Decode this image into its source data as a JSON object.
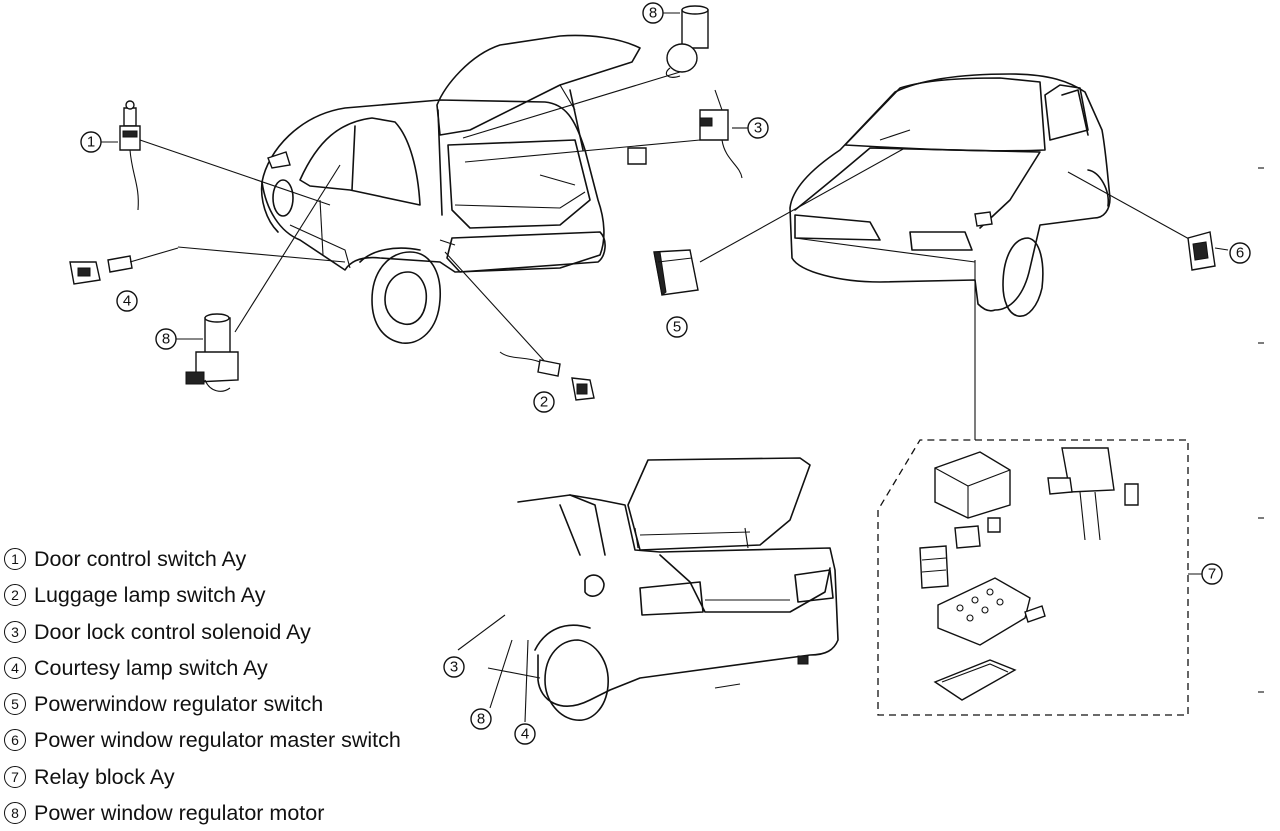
{
  "callouts": {
    "c1": "1",
    "c2": "2",
    "c3_top": "3",
    "c3_bottom": "3",
    "c4_left": "4",
    "c4_bottom": "4",
    "c5": "5",
    "c6": "6",
    "c7": "7",
    "c8_top": "8",
    "c8_left": "8",
    "c8_bottom": "8"
  },
  "legend": [
    {
      "num": "1",
      "text": "Door control switch Ay"
    },
    {
      "num": "2",
      "text": "Luggage lamp switch Ay"
    },
    {
      "num": "3",
      "text": "Door lock control solenoid Ay"
    },
    {
      "num": "4",
      "text": "Courtesy lamp switch Ay"
    },
    {
      "num": "5",
      "text": "Powerwindow regulator switch"
    },
    {
      "num": "6",
      "text": "Power window regulator master switch"
    },
    {
      "num": "7",
      "text": "Relay block Ay"
    },
    {
      "num": "8",
      "text": "Power window regulator motor"
    }
  ]
}
